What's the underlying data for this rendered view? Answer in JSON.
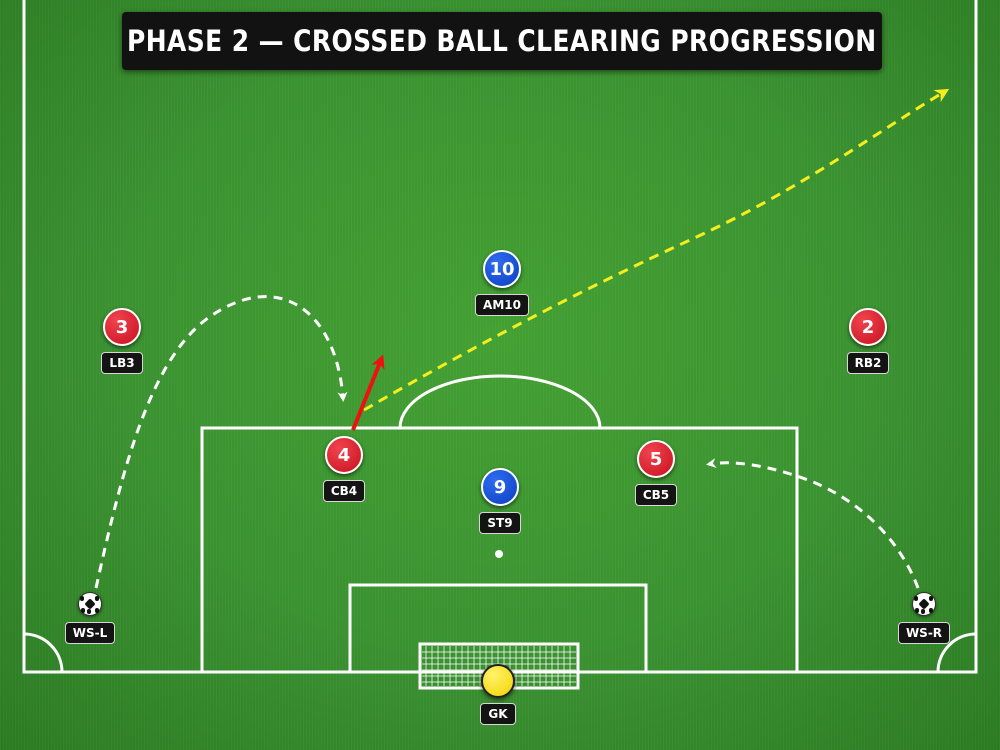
{
  "title": "PHASE 2 — CROSSED BALL CLEARING PROGRESSION",
  "colors": {
    "pitch": "#3a9130",
    "lines": "#ffffff",
    "defending_team": "#d91424",
    "attacking_team": "#1b50d8",
    "goalkeeper": "#f7e02a",
    "clearance_arrow": "#ee1111",
    "ball_path_arrow": "#f5ee1e",
    "movement_arrow": "#ffffff"
  },
  "players": {
    "lb3": {
      "number": "3",
      "label": "LB3",
      "team": "defending"
    },
    "rb2": {
      "number": "2",
      "label": "RB2",
      "team": "defending"
    },
    "cb4": {
      "number": "4",
      "label": "CB4",
      "team": "defending"
    },
    "cb5": {
      "number": "5",
      "label": "CB5",
      "team": "defending"
    },
    "am10": {
      "number": "10",
      "label": "AM10",
      "team": "attacking"
    },
    "st9": {
      "number": "9",
      "label": "ST9",
      "team": "attacking"
    },
    "gk": {
      "label": "GK",
      "team": "goalkeeper"
    },
    "wsl": {
      "label": "WS-L",
      "icon": "soccer-ball-icon"
    },
    "wsr": {
      "label": "WS-R",
      "icon": "soccer-ball-icon"
    }
  }
}
